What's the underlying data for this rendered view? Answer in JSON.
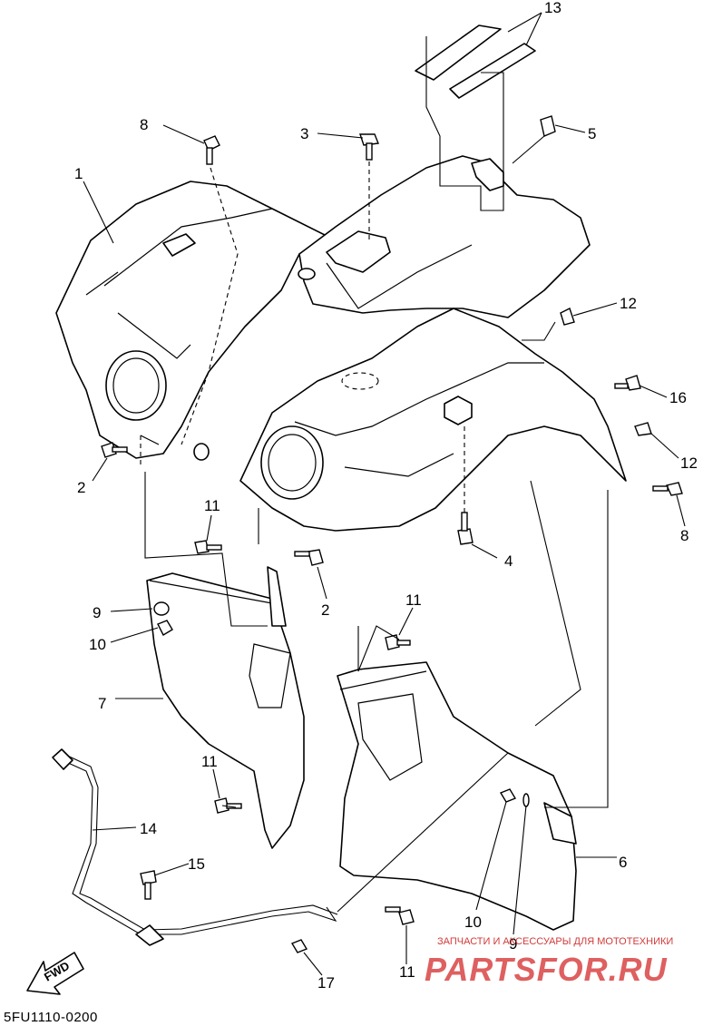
{
  "diagram_code": "5FU1110-0200",
  "fwd_label": "FWD",
  "watermark": {
    "subtitle": "ЗАПЧАСТИ И АКСЕССУАРЫ ДЛЯ МОТОТЕХНИКИ",
    "logo": "PARTSFOR.RU"
  },
  "callouts": {
    "c1": "1",
    "c2a": "2",
    "c2b": "2",
    "c3": "3",
    "c4": "4",
    "c5": "5",
    "c6": "6",
    "c7": "7",
    "c8a": "8",
    "c8b": "8",
    "c9a": "9",
    "c9b": "9",
    "c10a": "10",
    "c10b": "10",
    "c11a": "11",
    "c11b": "11",
    "c11c": "11",
    "c11d": "11",
    "c12a": "12",
    "c12b": "12",
    "c13": "13",
    "c14": "14",
    "c15": "15",
    "c16": "16",
    "c17": "17"
  }
}
